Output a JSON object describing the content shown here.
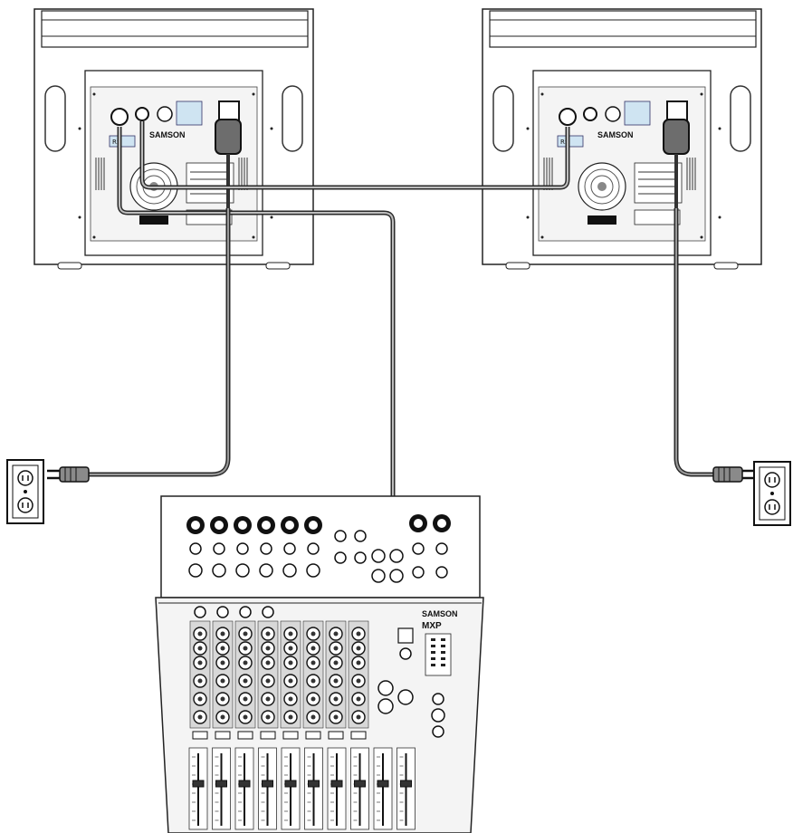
{
  "speakers": [
    {
      "brand": "SAMSON",
      "model_badge": "RS"
    },
    {
      "brand": "SAMSON",
      "model_badge": "RS"
    }
  ],
  "mixer": {
    "brand": "SAMSON",
    "model": "MXP",
    "channel_count": 8,
    "mic_inputs": 6,
    "fader_count": 10
  },
  "outlets": [
    {
      "side": "left"
    },
    {
      "side": "right"
    }
  ]
}
